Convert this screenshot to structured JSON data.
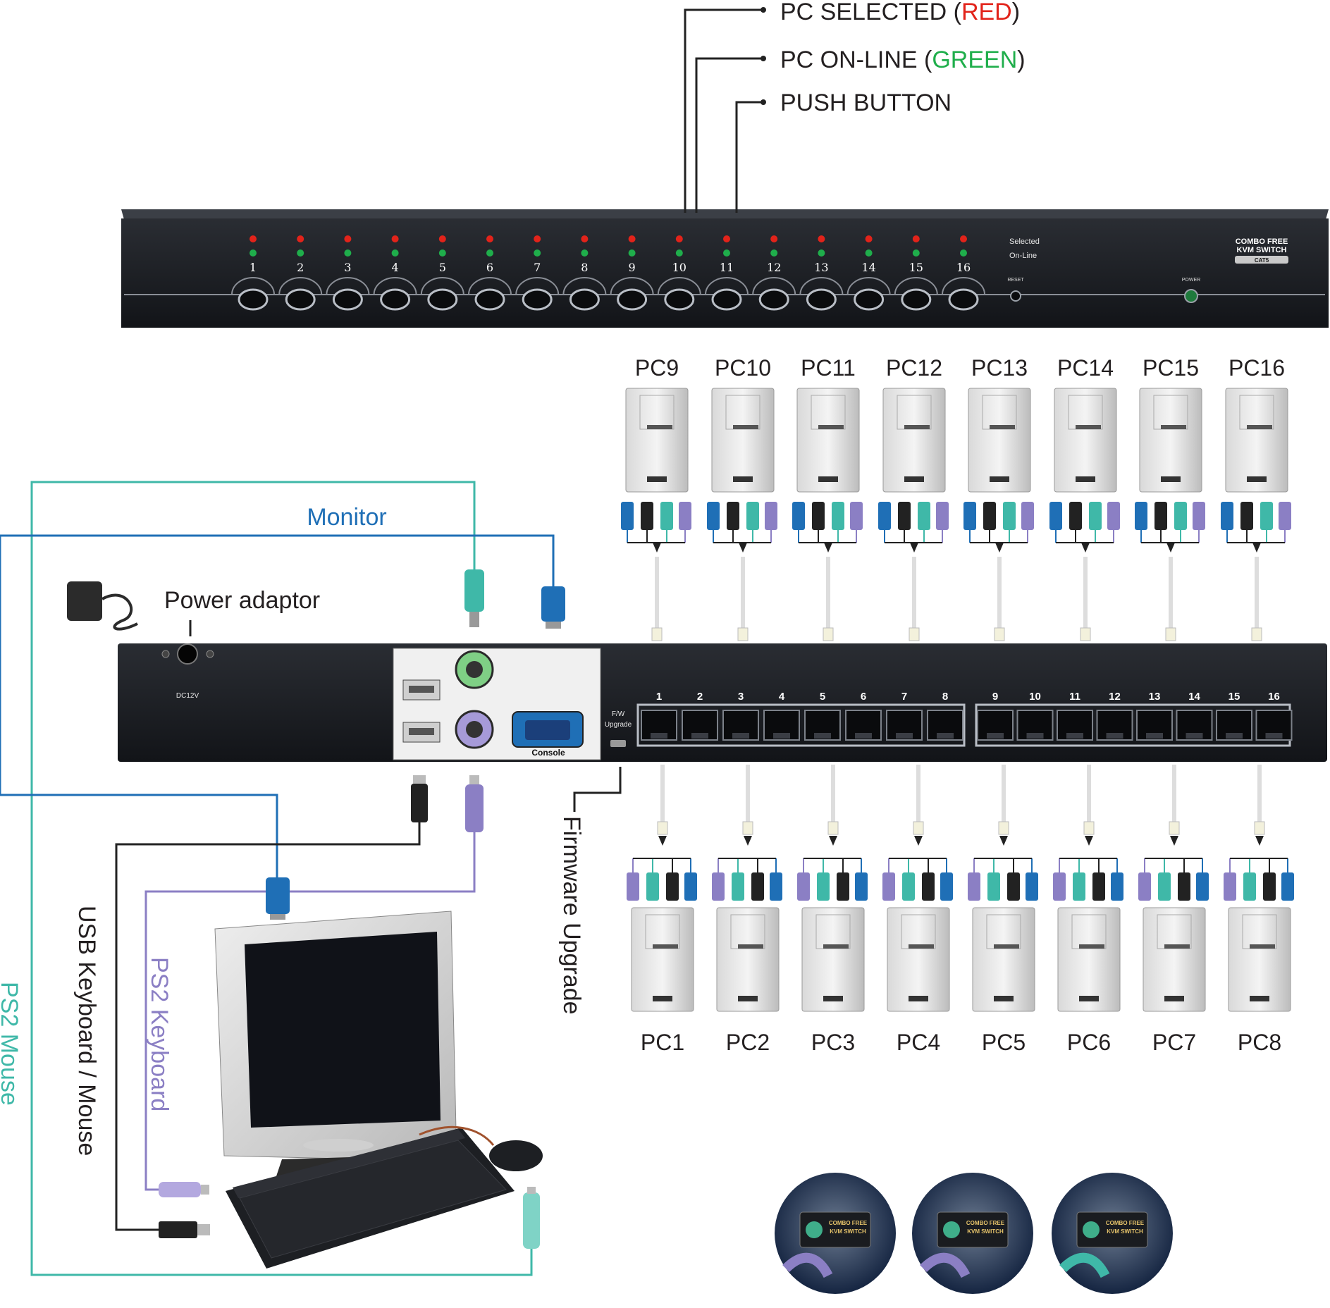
{
  "front_panel": {
    "callouts": {
      "selected_prefix": "PC SELECTED (",
      "selected_color_word": "RED",
      "selected_suffix": ")",
      "online_prefix": "PC ON-LINE (",
      "online_color_word": "GREEN",
      "online_suffix": ")",
      "push_button": "PUSH BUTTON"
    },
    "port_numbers": [
      "1",
      "2",
      "3",
      "4",
      "5",
      "6",
      "7",
      "8",
      "9",
      "10",
      "11",
      "12",
      "13",
      "14",
      "15",
      "16"
    ],
    "legend_selected": "Selected",
    "legend_online": "On-Line",
    "reset_label": "RESET",
    "power_label": "POWER",
    "brand_line1": "COMBO FREE",
    "brand_line2": "KVM SWITCH",
    "brand_line3": "CAT5"
  },
  "rear_panel": {
    "dc_label": "DC12V",
    "fw_label_line1": "F/W",
    "fw_label_line2": "Upgrade",
    "console_label": "Console",
    "port_numbers": [
      "1",
      "2",
      "3",
      "4",
      "5",
      "6",
      "7",
      "8",
      "9",
      "10",
      "11",
      "12",
      "13",
      "14",
      "15",
      "16"
    ]
  },
  "labels": {
    "monitor": "Monitor",
    "power_adaptor": "Power adaptor",
    "firmware_upgrade": "Firmware Upgrade",
    "usb_keyboard_mouse": "USB Keyboard / Mouse",
    "ps2_keyboard": "PS2 Keyboard",
    "ps2_mouse": "PS2 Mouse"
  },
  "pcs_top": [
    "PC9",
    "PC10",
    "PC11",
    "PC12",
    "PC13",
    "PC14",
    "PC15",
    "PC16"
  ],
  "pcs_bottom": [
    "PC1",
    "PC2",
    "PC3",
    "PC4",
    "PC5",
    "PC6",
    "PC7",
    "PC8"
  ],
  "colors": {
    "red": "#e2231a",
    "green": "#1fae4b",
    "monitor_blue": "#1f6fb6",
    "ps2_teal": "#3fb8a8",
    "ps2_purple": "#8b7fc4",
    "usb_black": "#222222",
    "panel_dark": "#1b1e24"
  }
}
